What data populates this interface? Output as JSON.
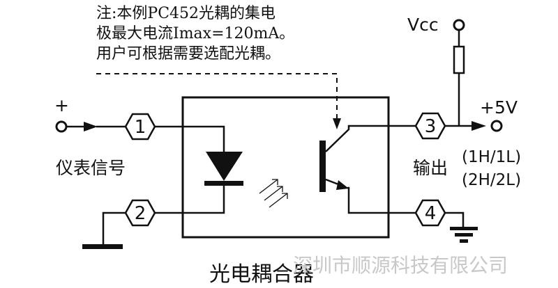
{
  "note": {
    "line1": "注:本例PC452光耦的集电",
    "line2": "极最大电流Imax=120mA。",
    "line3": "用户可根据需要选配光耦。"
  },
  "labels": {
    "vcc": "Vcc",
    "plus_sign": "+",
    "plus5v": "+5V",
    "input_signal": "仪表信号",
    "output": "输出",
    "output_mode_1": "(1H/1L)",
    "output_mode_2": "(2H/2L)",
    "title": "光电耦合器"
  },
  "pins": [
    "1",
    "2",
    "3",
    "4"
  ],
  "watermark": "深圳市顺源科技有限公司",
  "colors": {
    "ink": "#111111",
    "watermark": "#c8c8c8"
  }
}
